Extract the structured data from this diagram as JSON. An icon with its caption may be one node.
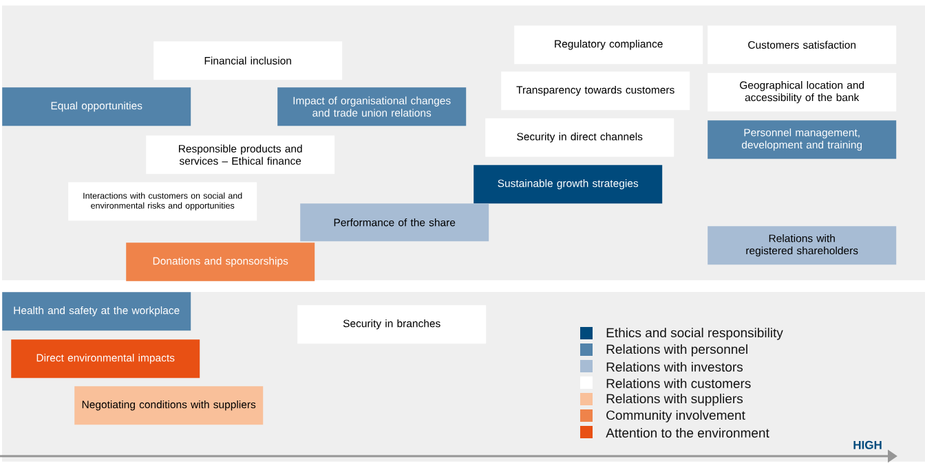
{
  "diagram": {
    "nodes": [
      {
        "text": [
          "Financial inclusion"
        ]
      },
      {
        "text": [
          "Equal opportunities"
        ]
      },
      {
        "text": [
          "Impact of organisational changes and trade union relations"
        ]
      },
      {
        "text": [
          "Regulatory compliance"
        ]
      },
      {
        "text": [
          "Customers satisfaction"
        ]
      },
      {
        "text": [
          "Transparency towards customers"
        ]
      },
      {
        "text": [
          "Geographical location and accessibility of the bank"
        ]
      },
      {
        "text": [
          "Security in direct channels"
        ]
      },
      {
        "text": [
          "Personnel management, development and training"
        ]
      },
      {
        "text": [
          "Responsible products and services – Ethical finance"
        ]
      },
      {
        "text": [
          "Sustainable growth strategies"
        ]
      },
      {
        "text": [
          "Interactions with customers on social and environmental risks and opportunities"
        ]
      },
      {
        "text": [
          "Performance of the share"
        ]
      },
      {
        "text": [
          "Relations with registered shareholders"
        ]
      },
      {
        "text": [
          "Donations and sponsorships"
        ]
      },
      {
        "text": [
          "Health and safety at the workplace"
        ]
      },
      {
        "text": [
          "Security in branches"
        ]
      },
      {
        "text": [
          "Direct environmental impacts"
        ]
      },
      {
        "text": [
          "Negotiating conditions with suppliers"
        ]
      }
    ],
    "labels": [
      "HIGH"
    ],
    "legend": [
      {
        "text": "Ethics and social responsibility",
        "color": "#004a7c"
      },
      {
        "text": "Relations with personnel",
        "color": "#5283aa"
      },
      {
        "text": "Relations with investors",
        "color": "#a7bcd4"
      },
      {
        "text": "Relations with customers",
        "color": "#ffffff"
      },
      {
        "text": "Relations with suppliers",
        "color": "#f9c09a"
      },
      {
        "text": "Community involvement",
        "color": "#ef834a"
      },
      {
        "text": "Attention to the environment",
        "color": "#e85014"
      }
    ]
  }
}
